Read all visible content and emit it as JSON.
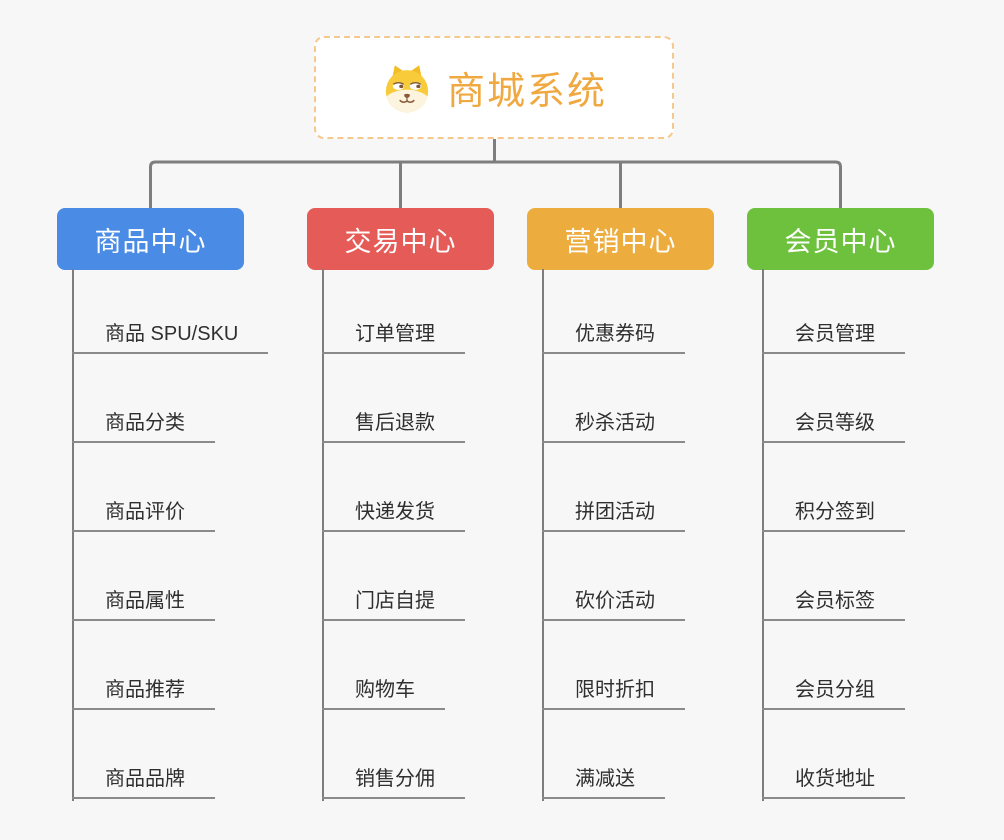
{
  "root": {
    "label": "商城系统",
    "icon": "doge-icon",
    "text_color": "#f0a840",
    "border_color": "#f5c98d"
  },
  "branches": [
    {
      "label": "商品中心",
      "color": "#4a8ce5",
      "children": [
        "商品 SPU/SKU",
        "商品分类",
        "商品评价",
        "商品属性",
        "商品推荐",
        "商品品牌"
      ]
    },
    {
      "label": "交易中心",
      "color": "#e45b57",
      "children": [
        "订单管理",
        "售后退款",
        "快递发货",
        "门店自提",
        "购物车",
        "销售分佣"
      ]
    },
    {
      "label": "营销中心",
      "color": "#edad3e",
      "children": [
        "优惠券码",
        "秒杀活动",
        "拼团活动",
        "砍价活动",
        "限时折扣",
        "满减送"
      ]
    },
    {
      "label": "会员中心",
      "color": "#6dc13c",
      "children": [
        "会员管理",
        "会员等级",
        "积分签到",
        "会员标签",
        "会员分组",
        "收货地址"
      ]
    }
  ],
  "colors": {
    "background": "#f7f7f7",
    "connector": "#7e7e7e",
    "child_underline": "#8a8a8a",
    "child_text": "#2f2f2f"
  }
}
